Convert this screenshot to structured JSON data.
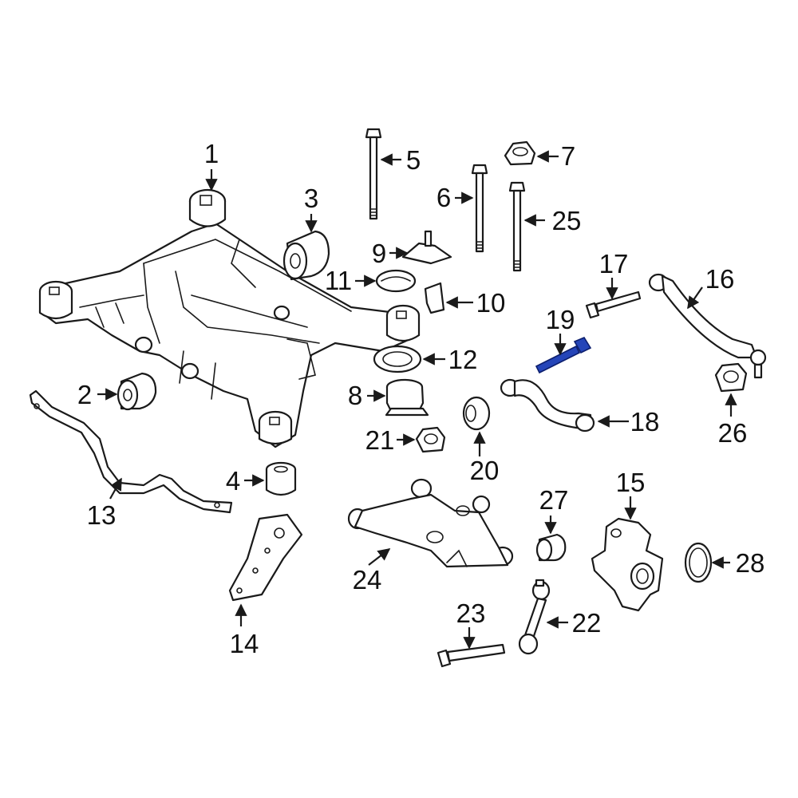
{
  "diagram": {
    "highlight_color": "#2545b8",
    "labels": [
      "1",
      "2",
      "3",
      "4",
      "5",
      "6",
      "7",
      "8",
      "9",
      "10",
      "11",
      "12",
      "13",
      "14",
      "15",
      "16",
      "17",
      "18",
      "19",
      "20",
      "21",
      "22",
      "23",
      "24",
      "25",
      "26",
      "27",
      "28"
    ],
    "highlighted_part": "19"
  }
}
